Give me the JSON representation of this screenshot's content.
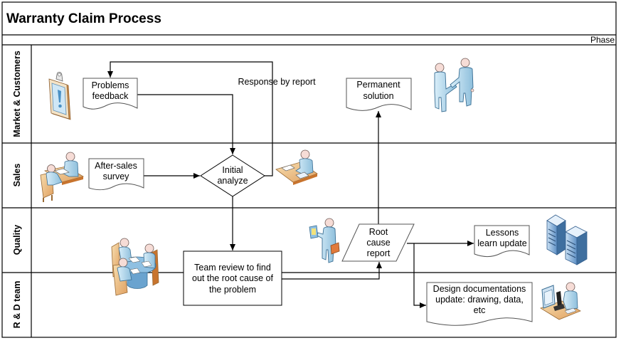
{
  "diagram": {
    "title": "Warranty Claim Process",
    "phase_label": "Phase",
    "lanes": [
      {
        "id": "market",
        "label": "Market & Customers"
      },
      {
        "id": "sales",
        "label": "Sales"
      },
      {
        "id": "quality",
        "label": "Quality"
      },
      {
        "id": "rnd",
        "label": "R & D team"
      }
    ],
    "nodes": {
      "problems_feedback": {
        "type": "document",
        "lane": "market",
        "lines": [
          "Problems",
          "feedback"
        ]
      },
      "permanent_solution": {
        "type": "document",
        "lane": "market",
        "lines": [
          "Permanent",
          "solution"
        ]
      },
      "after_sales_survey": {
        "type": "document",
        "lane": "sales",
        "lines": [
          "After-sales",
          "survey"
        ]
      },
      "initial_analyze": {
        "type": "decision",
        "lane": "sales",
        "lines": [
          "Initial",
          "analyze"
        ]
      },
      "team_review": {
        "type": "process",
        "lane": "quality/rnd",
        "lines": [
          "Team review to find",
          "out the root cause of",
          "the problem"
        ]
      },
      "root_cause_report": {
        "type": "data",
        "lane": "quality",
        "lines": [
          "Root",
          "cause",
          "report"
        ]
      },
      "lessons_learn": {
        "type": "document",
        "lane": "quality",
        "lines": [
          "Lessons",
          "learn update"
        ]
      },
      "design_docs": {
        "type": "document",
        "lane": "rnd",
        "lines": [
          "Design documentations",
          "update: drawing, data,",
          "etc"
        ]
      }
    },
    "edge_labels": {
      "response_by_report": "Response by report"
    },
    "edges": [
      {
        "from": "problems_feedback",
        "to": "initial_analyze"
      },
      {
        "from": "after_sales_survey",
        "to": "initial_analyze"
      },
      {
        "from": "initial_analyze",
        "to": "problems_feedback",
        "label": "Response by report"
      },
      {
        "from": "initial_analyze",
        "to": "team_review"
      },
      {
        "from": "team_review",
        "to": "root_cause_report"
      },
      {
        "from": "root_cause_report",
        "to": "permanent_solution"
      },
      {
        "from": "root_cause_report",
        "to": "lessons_learn"
      },
      {
        "from": "root_cause_report",
        "to": "design_docs"
      }
    ],
    "icons": [
      "clipboard-alert-icon",
      "handshake-icon",
      "sales-desk-meeting-icon",
      "desk-worker-icon",
      "team-meeting-table-icon",
      "person-with-briefcase-icon",
      "server-cluster-icon",
      "microscope-engineer-icon"
    ],
    "colors": {
      "line": "#000000",
      "person_fill": "#bcdcee",
      "person_stroke": "#3a6e93",
      "head_fill": "#f6dcd6",
      "wood_fill": "#f0c88a",
      "wood_dark": "#c8742e",
      "server_fill": "#8fb8e0"
    }
  }
}
